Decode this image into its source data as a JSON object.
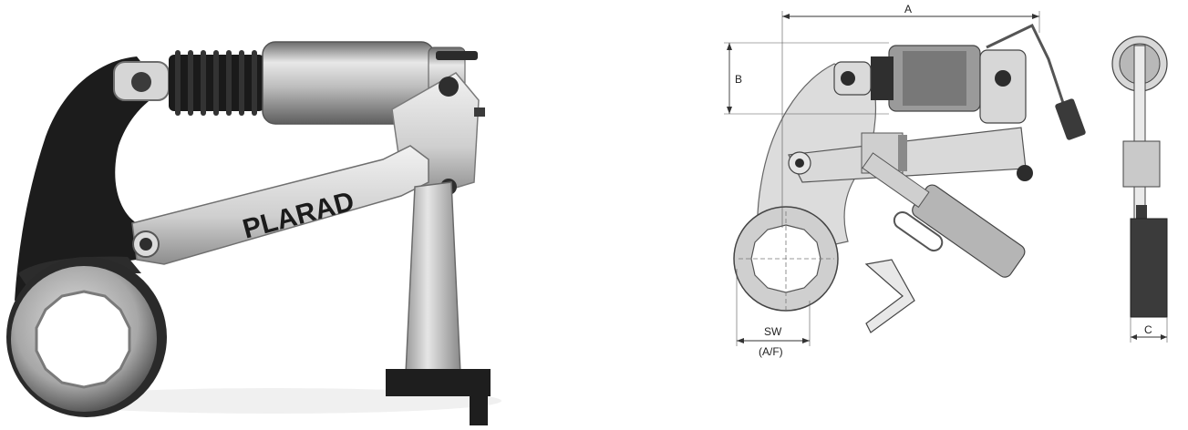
{
  "photo": {
    "brand_text": "PLARAD"
  },
  "drawing": {
    "dims": {
      "a": "A",
      "b": "B",
      "c": "C",
      "sw": "SW",
      "af": "(A/F)"
    }
  }
}
